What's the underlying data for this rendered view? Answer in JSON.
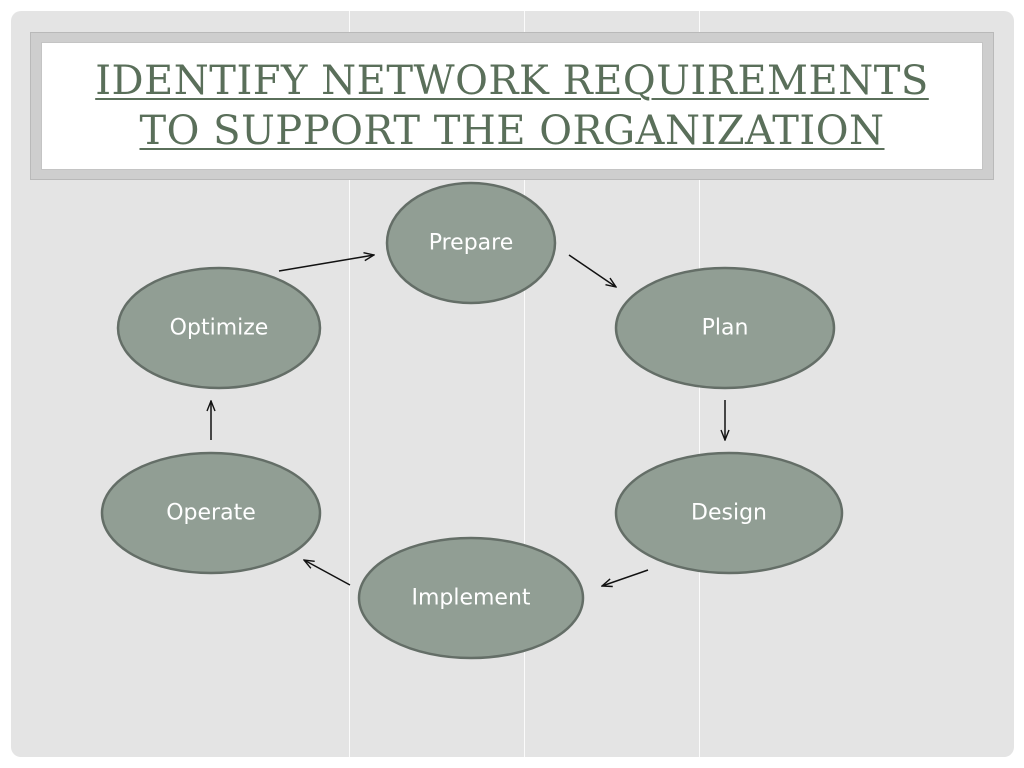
{
  "title": {
    "line1": "IDENTIFY NETWORK REQUIREMENTS",
    "line2": "TO SUPPORT THE ORGANIZATION"
  },
  "diagram": {
    "nodes": [
      {
        "id": "prepare",
        "label": "Prepare"
      },
      {
        "id": "plan",
        "label": "Plan"
      },
      {
        "id": "design",
        "label": "Design"
      },
      {
        "id": "implement",
        "label": "Implement"
      },
      {
        "id": "operate",
        "label": "Operate"
      },
      {
        "id": "optimize",
        "label": "Optimize"
      }
    ],
    "edges": [
      {
        "from": "prepare",
        "to": "plan"
      },
      {
        "from": "plan",
        "to": "design"
      },
      {
        "from": "design",
        "to": "implement"
      },
      {
        "from": "implement",
        "to": "operate"
      },
      {
        "from": "operate",
        "to": "optimize"
      },
      {
        "from": "optimize",
        "to": "prepare"
      }
    ],
    "colors": {
      "node_fill": "#919e94",
      "node_stroke": "#646e67",
      "title_text": "#5a6f5a"
    }
  }
}
